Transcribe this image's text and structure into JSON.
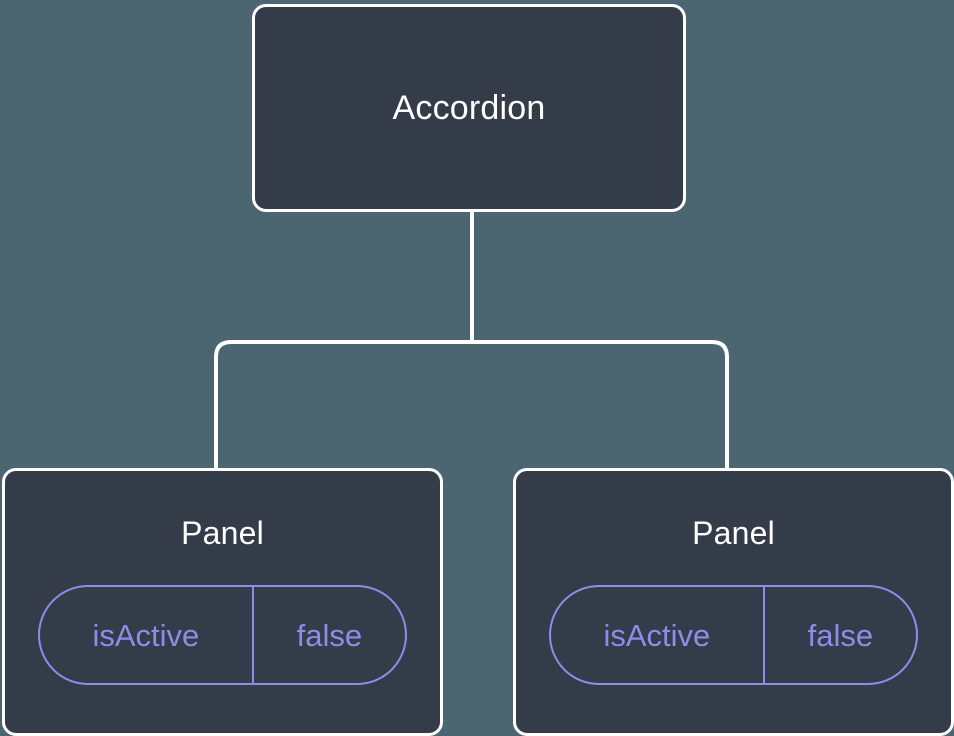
{
  "diagram": {
    "type": "component-tree",
    "background_color": "#4b6670",
    "node_fill_color": "#343b49",
    "node_border_color": "#ffffff",
    "connector_color": "#ffffff",
    "accent_color": "#8b8ee8",
    "root": {
      "label": "Accordion"
    },
    "children": [
      {
        "label": "Panel",
        "prop": {
          "key": "isActive",
          "value": "false"
        }
      },
      {
        "label": "Panel",
        "prop": {
          "key": "isActive",
          "value": "false"
        }
      }
    ]
  }
}
